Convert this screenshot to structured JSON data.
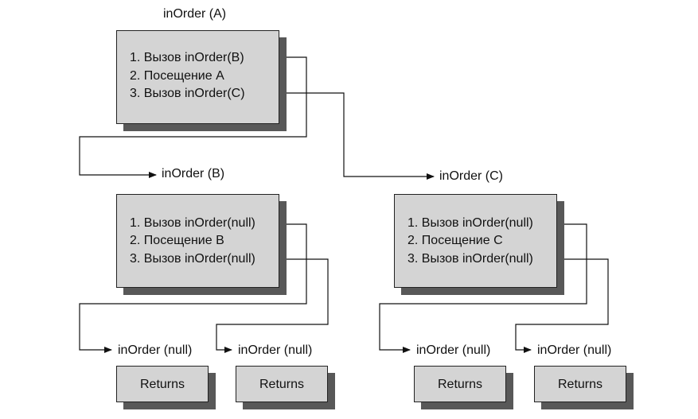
{
  "diagram": {
    "nodes": [
      {
        "title": "inOrder (A)",
        "lines": [
          "1. Вызов inOrder(B)",
          "2. Посещение A",
          "3. Вызов inOrder(C)"
        ]
      },
      {
        "title": "inOrder (B)",
        "lines": [
          "1. Вызов inOrder(null)",
          "2. Посещение B",
          "3. Вызов inOrder(null)"
        ]
      },
      {
        "title": "inOrder (C)",
        "lines": [
          "1. Вызов inOrder(null)",
          "2. Посещение C",
          "3. Вызов inOrder(null)"
        ]
      }
    ],
    "leaves": [
      {
        "title": "inOrder (null)",
        "body": "Returns"
      },
      {
        "title": "inOrder (null)",
        "body": "Returns"
      },
      {
        "title": "inOrder (null)",
        "body": "Returns"
      },
      {
        "title": "inOrder (null)",
        "body": "Returns"
      }
    ]
  }
}
